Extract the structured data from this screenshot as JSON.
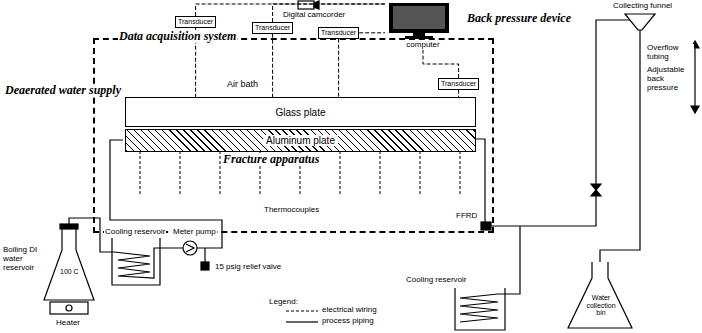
{
  "diagram": {
    "nodes": [
      {
        "text": [
          "Air bath"
        ]
      },
      {
        "text": [
          "Glass plate"
        ],
        "in": 0
      },
      {
        "text": [
          "Aluminum plate"
        ],
        "in": 0
      },
      {
        "text": [
          "Transducer"
        ]
      },
      {
        "text": [
          "Transducer"
        ]
      },
      {
        "text": [
          "Transducer"
        ]
      },
      {
        "text": [
          "Transducer"
        ]
      },
      {
        "text": [
          "computer"
        ]
      }
    ],
    "edges": [
      {
        "from": 3,
        "to": 7,
        "arrow": "none"
      },
      {
        "from": 4,
        "to": 7,
        "arrow": "none"
      },
      {
        "from": 5,
        "to": 7,
        "arrow": "none"
      },
      {
        "from": 6,
        "to": 7,
        "arrow": "none"
      },
      {
        "from": 3,
        "to": 1,
        "arrow": "none"
      },
      {
        "from": 4,
        "to": 1,
        "arrow": "none"
      },
      {
        "from": 5,
        "to": 1,
        "arrow": "none"
      },
      {
        "from": 6,
        "to": 1,
        "arrow": "none"
      }
    ],
    "labels": [
      "Back pressure device",
      "Data acquisition system",
      "Digital camcorder",
      "Collecting funnel",
      "Overflow tubing",
      "Adjustable back pressure",
      "Deaerated water supply",
      "Fracture apparatus",
      "FFRD",
      "Thermocouples",
      "Boiling DI water reservoir",
      "100 C",
      "Heater",
      "Cooling reservoir",
      "Meter pump",
      "15 psig relief valve",
      "Cooling reservoir",
      "Water collection bin",
      "Legend:"
    ],
    "legend": [
      {
        "text": "electrical wiring"
      },
      {
        "text": "process piping"
      }
    ]
  }
}
